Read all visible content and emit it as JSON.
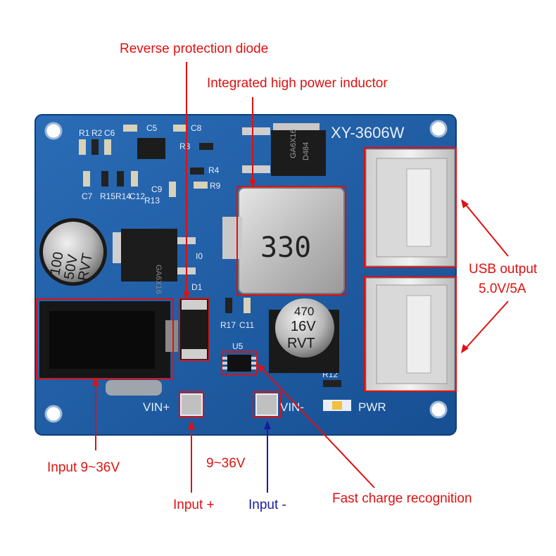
{
  "labels": {
    "reverse_diode": "Reverse protection diode",
    "inductor": "Integrated high power inductor",
    "usb_output_line1": "USB output",
    "usb_output_line2": "5.0V/5A",
    "input_range": "Input 9~36V",
    "input_plus": "Input +",
    "input_minus": "Input -",
    "mid_range": "9~36V",
    "fast_charge": "Fast charge recognition"
  },
  "board": {
    "model": "XY-3606W",
    "inductor_marking": "330",
    "cap1_line1": "100",
    "cap1_line2": "50V",
    "cap1_line3": "RVT",
    "cap2_line1": "470",
    "cap2_line2": "16V",
    "cap2_line3": "RVT",
    "vin_plus": "VIN+",
    "vin_minus": "VIN-",
    "pwr": "PWR",
    "ic_mark": "GA6X16",
    "u5": "U5",
    "silk": {
      "r1": "R1",
      "r2": "R2",
      "c6": "C6",
      "c5": "C5",
      "c8": "C8",
      "r3": "R3",
      "r4": "R4",
      "r9": "R9",
      "c9": "C9",
      "r13": "R13",
      "c7": "C7",
      "r15": "R15",
      "r14": "R14",
      "c12": "C12",
      "r17": "R17",
      "c11": "C11",
      "r12": "R12",
      "d1": "D1",
      "i0": "I0",
      "d484": "D484"
    }
  },
  "colors": {
    "annotation_red": "#e01010",
    "annotation_blue": "#1a1aa0",
    "pcb_blue": "#1f5fa8",
    "pcb_edge": "#2c6fb8",
    "silk_white": "#e8eef8"
  }
}
